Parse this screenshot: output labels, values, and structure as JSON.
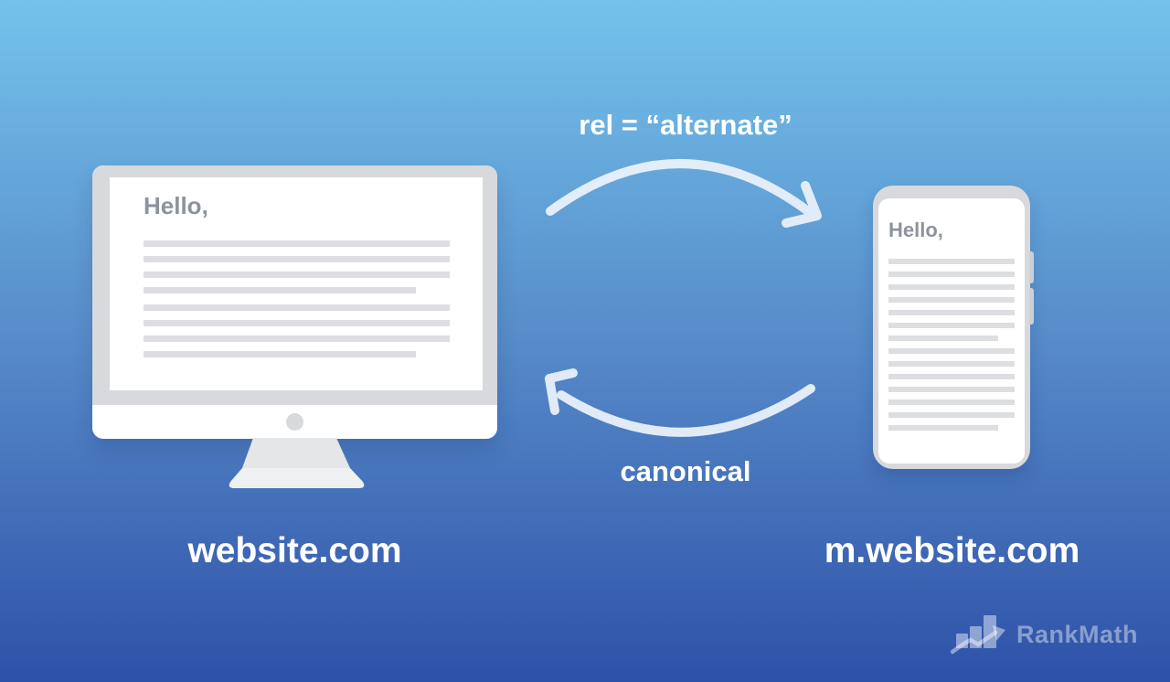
{
  "background": {
    "gradient_top": "#74c3ec",
    "gradient_bottom": "#2e51a8"
  },
  "relations": {
    "alternate_label": "rel = “alternate”",
    "canonical_label": "canonical",
    "arrow_color": "#e9f1fb"
  },
  "desktop_site": {
    "label": "website.com",
    "heading": "Hello,",
    "skeleton": {
      "groups": [
        {
          "count": 4,
          "short_last": true
        },
        {
          "count": 4,
          "short_last": true
        }
      ]
    }
  },
  "mobile_site": {
    "label": "m.website.com",
    "heading": "Hello,",
    "skeleton": {
      "groups": [
        {
          "count": 7,
          "short_last": true
        },
        {
          "count": 7,
          "short_last": true
        }
      ]
    }
  },
  "watermark": {
    "brand": "RankMath",
    "icon": "rankmath-bar-chart-arrow-icon",
    "color": "rgba(255,255,255,0.42)"
  }
}
